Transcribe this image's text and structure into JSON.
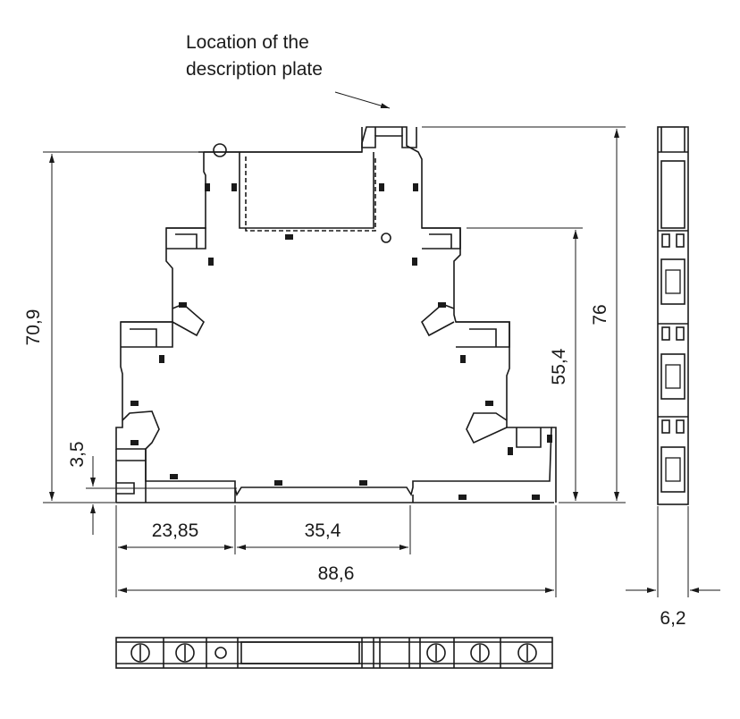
{
  "annotation": {
    "line1": "Location of the",
    "line2": "description plate"
  },
  "dimensions": {
    "height_total": "70,9",
    "height_small": "3,5",
    "width_left": "23,85",
    "width_center": "35,4",
    "width_total": "88,6",
    "height_mid": "55,4",
    "height_overall": "76",
    "side_width": "6,2"
  }
}
